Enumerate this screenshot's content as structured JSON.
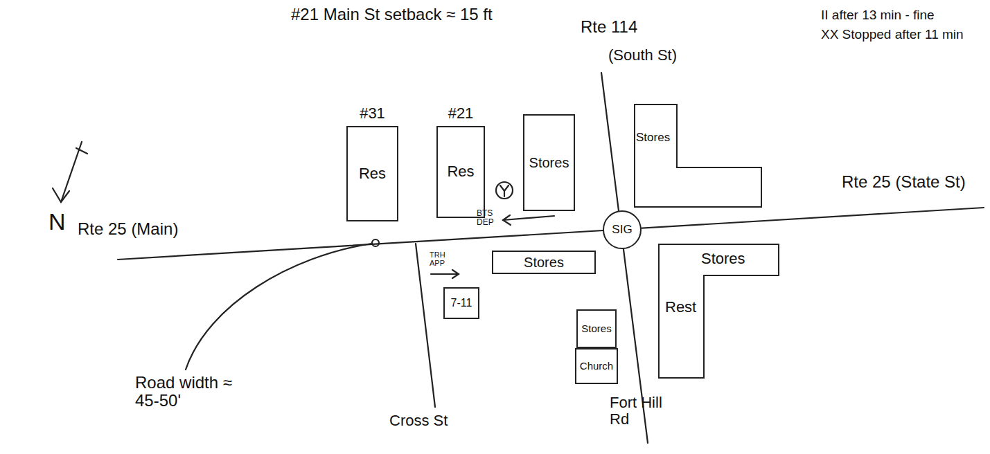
{
  "diagram": {
    "nodes": [
      {
        "text": [
          "#31",
          "Res"
        ]
      },
      {
        "text": [
          "#21",
          "Res"
        ]
      },
      {
        "text": [
          "Stores"
        ]
      },
      {
        "text": [
          "Stores"
        ]
      },
      {
        "text": [
          "SIG"
        ]
      },
      {
        "text": [
          "Stores"
        ]
      },
      {
        "text": [
          "Stores",
          "Rest"
        ]
      },
      {
        "text": [
          "7-11"
        ]
      },
      {
        "text": [
          "Stores"
        ]
      },
      {
        "text": [
          "Church"
        ]
      }
    ],
    "labels": [
      "#21 Main St setback ≈ 15 ft",
      "Rte 114",
      "(South St)",
      "II after 13 min - fine",
      "XX Stopped after 11 min",
      "Rte 25 (Main)",
      "Rte 25 (State St)",
      "BTS DEP",
      "TRH APP",
      "Road width ≈ 45-50'",
      "Cross St",
      "Fort Hill Rd",
      "N"
    ]
  }
}
